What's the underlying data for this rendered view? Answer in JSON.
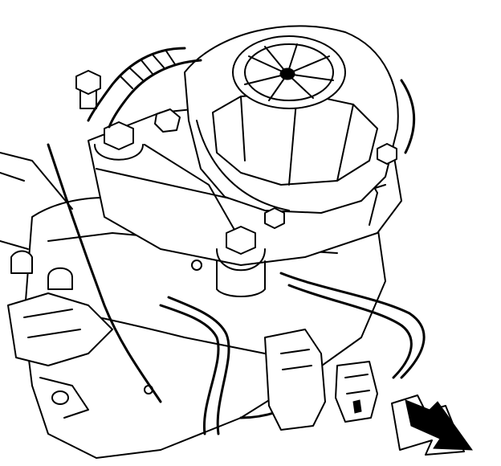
{
  "figure": {
    "ink_color": "#000000",
    "paper_color": "#ffffff",
    "parts": [
      "mounting-bracket",
      "actuator-housing",
      "actuator-cap",
      "hex-bolt",
      "vent-hose",
      "wiring-harness",
      "electrical-connector",
      "sensor-plug"
    ],
    "indicator_icon": "direction-arrow-icon"
  }
}
